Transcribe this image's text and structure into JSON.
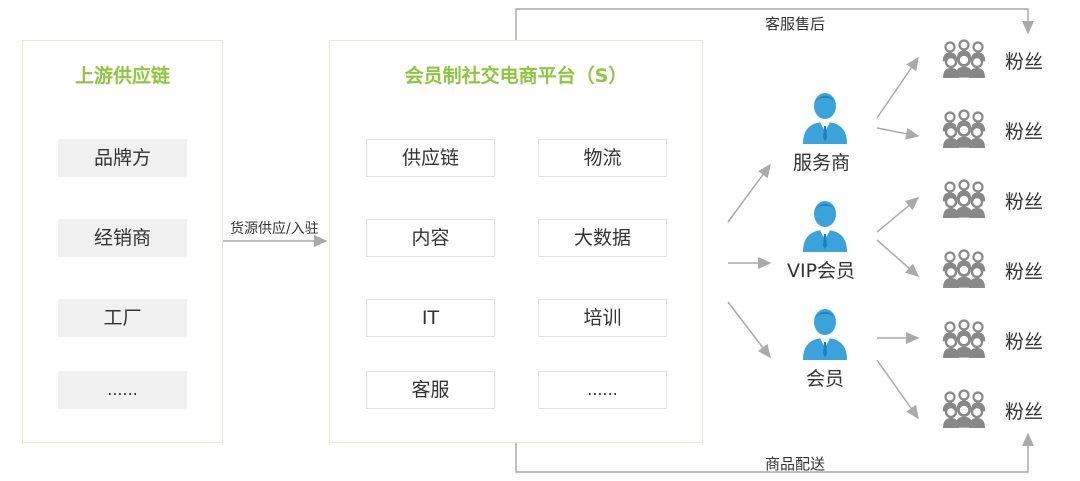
{
  "upstream": {
    "title": "上游供应链",
    "items": [
      "品牌方",
      "经销商",
      "工厂",
      "......"
    ]
  },
  "connector_label": "货源供应/入驻",
  "platform": {
    "title": "会员制社交电商平台（S）",
    "items": [
      "供应链",
      "物流",
      "内容",
      "大数据",
      "IT",
      "培训",
      "客服",
      "......"
    ]
  },
  "roles": {
    "service_provider": "服务商",
    "vip_member": "VIP会员",
    "member": "会员"
  },
  "fans_label": "粉丝",
  "top_flow_label": "客服售后",
  "bottom_flow_label": "商品配送",
  "colors": {
    "accent_green": "#8dc63f",
    "person_blue": "#3aa3dc",
    "fan_gray": "#888888",
    "arrow_gray": "#aaaaaa"
  }
}
